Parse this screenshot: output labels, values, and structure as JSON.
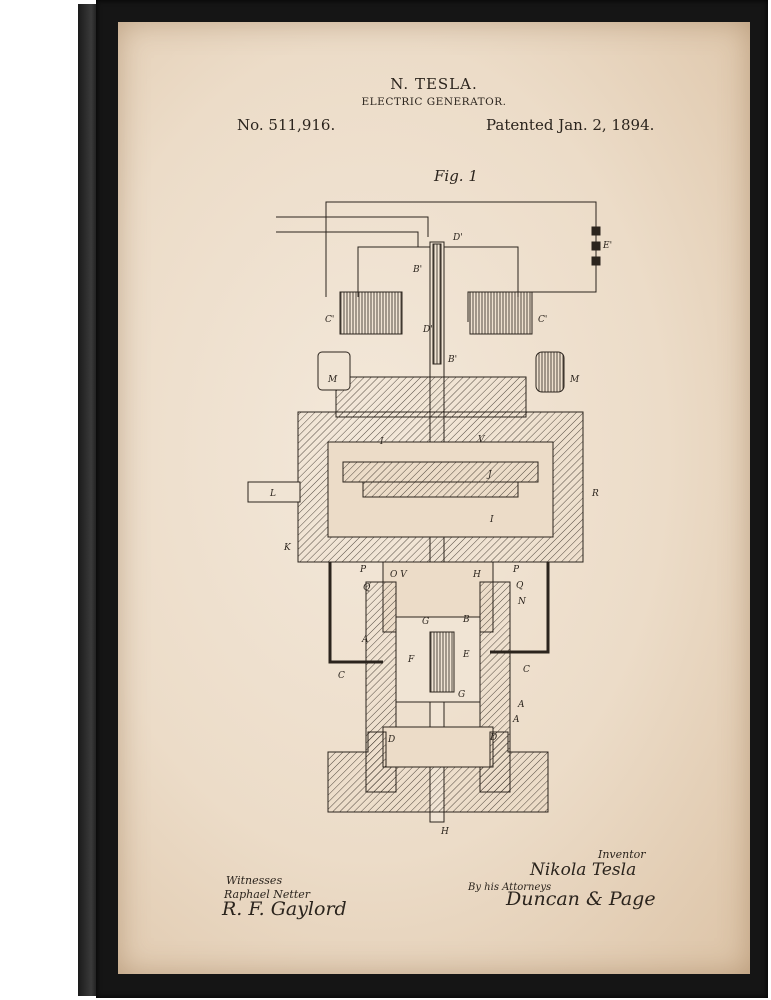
{
  "header": {
    "inventor": "N. TESLA.",
    "title": "ELECTRIC GENERATOR.",
    "patent_number": "No. 511,916.",
    "patent_date": "Patented Jan. 2, 1894."
  },
  "figure": {
    "label": "Fig. 1",
    "labels": [
      "D'",
      "B'",
      "E'",
      "C'",
      "C'",
      "D'",
      "B'",
      "M",
      "M",
      "I",
      "V",
      "J",
      "L",
      "R",
      "K",
      "I",
      "P",
      "Q",
      "O V",
      "H",
      "P",
      "Q",
      "N",
      "A",
      "A",
      "C",
      "C",
      "G",
      "B",
      "F",
      "E",
      "G",
      "A",
      "D",
      "D",
      "H"
    ]
  },
  "signatures": {
    "witnesses_label": "Witnesses",
    "witness_1": "Raphael Netter",
    "witness_2": "R. F. Gaylord",
    "inventor_label": "Inventor",
    "inventor": "Nikola Tesla",
    "attorneys_label": "By his Attorneys",
    "attorneys": "Duncan & Page"
  },
  "colors": {
    "paper": "#ecdcc8",
    "ink": "#2b241d",
    "frame": "#151515"
  }
}
